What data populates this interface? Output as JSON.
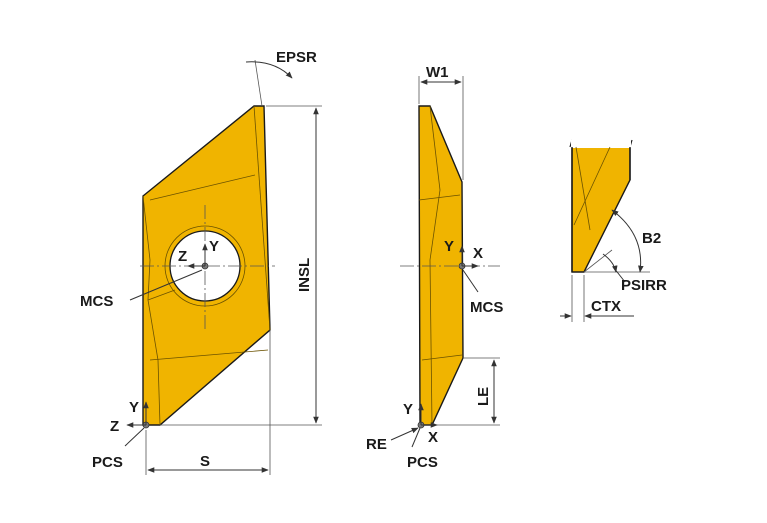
{
  "colors": {
    "insert_fill": "#f0b400",
    "insert_outline": "#1a1a1a",
    "line": "#333333",
    "background": "#ffffff"
  },
  "labels": {
    "epsr": "EPSR",
    "insl": "INSL",
    "s": "S",
    "mcs_front": "MCS",
    "pcs_front": "PCS",
    "y_front_mcs": "Y",
    "z_front_mcs": "Z",
    "y_front_pcs": "Y",
    "z_front_pcs": "Z",
    "w1": "W1",
    "y_side_mcs": "Y",
    "x_side_mcs": "X",
    "mcs_side": "MCS",
    "le": "LE",
    "y_side_pcs": "Y",
    "x_side_pcs": "X",
    "re": "RE",
    "pcs_side": "PCS",
    "b2": "B2",
    "psirr": "PSIRR",
    "ctx": "CTX"
  }
}
